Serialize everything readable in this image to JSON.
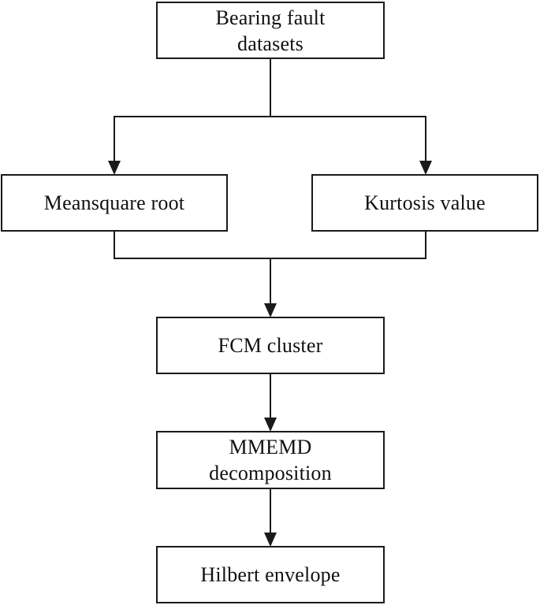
{
  "flowchart": {
    "background_color": "#ffffff",
    "line_color": "#1a1a1a",
    "nodes": [
      {
        "id": "bearing-fault-datasets",
        "label": "Bearing fault\ndatasets"
      },
      {
        "id": "meansquare-root",
        "label": "Meansquare root"
      },
      {
        "id": "kurtosis-value",
        "label": "Kurtosis value"
      },
      {
        "id": "fcm-cluster",
        "label": "FCM cluster"
      },
      {
        "id": "mmemd-decomposition",
        "label": "MMEMD\ndecomposition"
      },
      {
        "id": "hilbert-envelope",
        "label": "Hilbert envelope"
      }
    ],
    "edges": [
      {
        "from": "bearing-fault-datasets",
        "to": "meansquare-root"
      },
      {
        "from": "bearing-fault-datasets",
        "to": "kurtosis-value"
      },
      {
        "from": "meansquare-root",
        "to": "fcm-cluster"
      },
      {
        "from": "kurtosis-value",
        "to": "fcm-cluster"
      },
      {
        "from": "fcm-cluster",
        "to": "mmemd-decomposition"
      },
      {
        "from": "mmemd-decomposition",
        "to": "hilbert-envelope"
      }
    ]
  }
}
